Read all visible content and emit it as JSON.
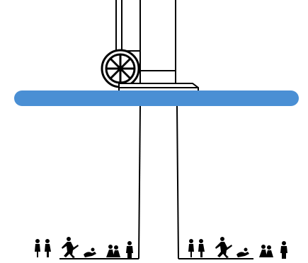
{
  "diagram": {
    "elements": [
      "vertical-pipes",
      "fan-unit",
      "mounting-plate",
      "blue-horizontal-bar",
      "support-column",
      "ground-line",
      "people-silhouettes-left",
      "people-silhouettes-right"
    ]
  },
  "colors": {
    "bar": "#4a8fd4",
    "lines": "#000000",
    "background": "#ffffff"
  }
}
